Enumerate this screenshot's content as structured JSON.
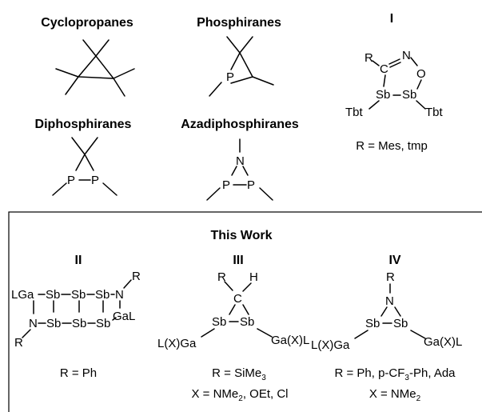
{
  "headings": {
    "cyclopropanes": "Cyclopropanes",
    "phosphiranes": "Phosphiranes",
    "diphosphiranes": "Diphosphiranes",
    "azadiphosphiranes": "Azadiphosphiranes",
    "compound_I": "I",
    "this_work": "This Work",
    "compound_II": "II",
    "compound_III": "III",
    "compound_IV": "IV"
  },
  "atoms": {
    "P": "P",
    "N": "N",
    "C": "C",
    "O": "O",
    "Sb": "Sb",
    "R": "R",
    "H": "H",
    "Tbt": "Tbt",
    "LGa": "LGa",
    "GaL": "GaL",
    "LXGa": "L(X)Ga",
    "GaXL": "Ga(X)L"
  },
  "captions": {
    "I_R": "R = Mes, tmp",
    "II_R": "R = Ph",
    "III_R_pre": "R = SiMe",
    "III_R_sub": "3",
    "III_X_pre": "X = NMe",
    "III_X_sub": "2",
    "III_X_post": ", OEt, Cl",
    "IV_R_pre": "R = Ph, p-CF",
    "IV_R_sub": "3",
    "IV_R_post": "-Ph, Ada",
    "IV_X_pre": "X = NMe",
    "IV_X_sub": "2"
  }
}
